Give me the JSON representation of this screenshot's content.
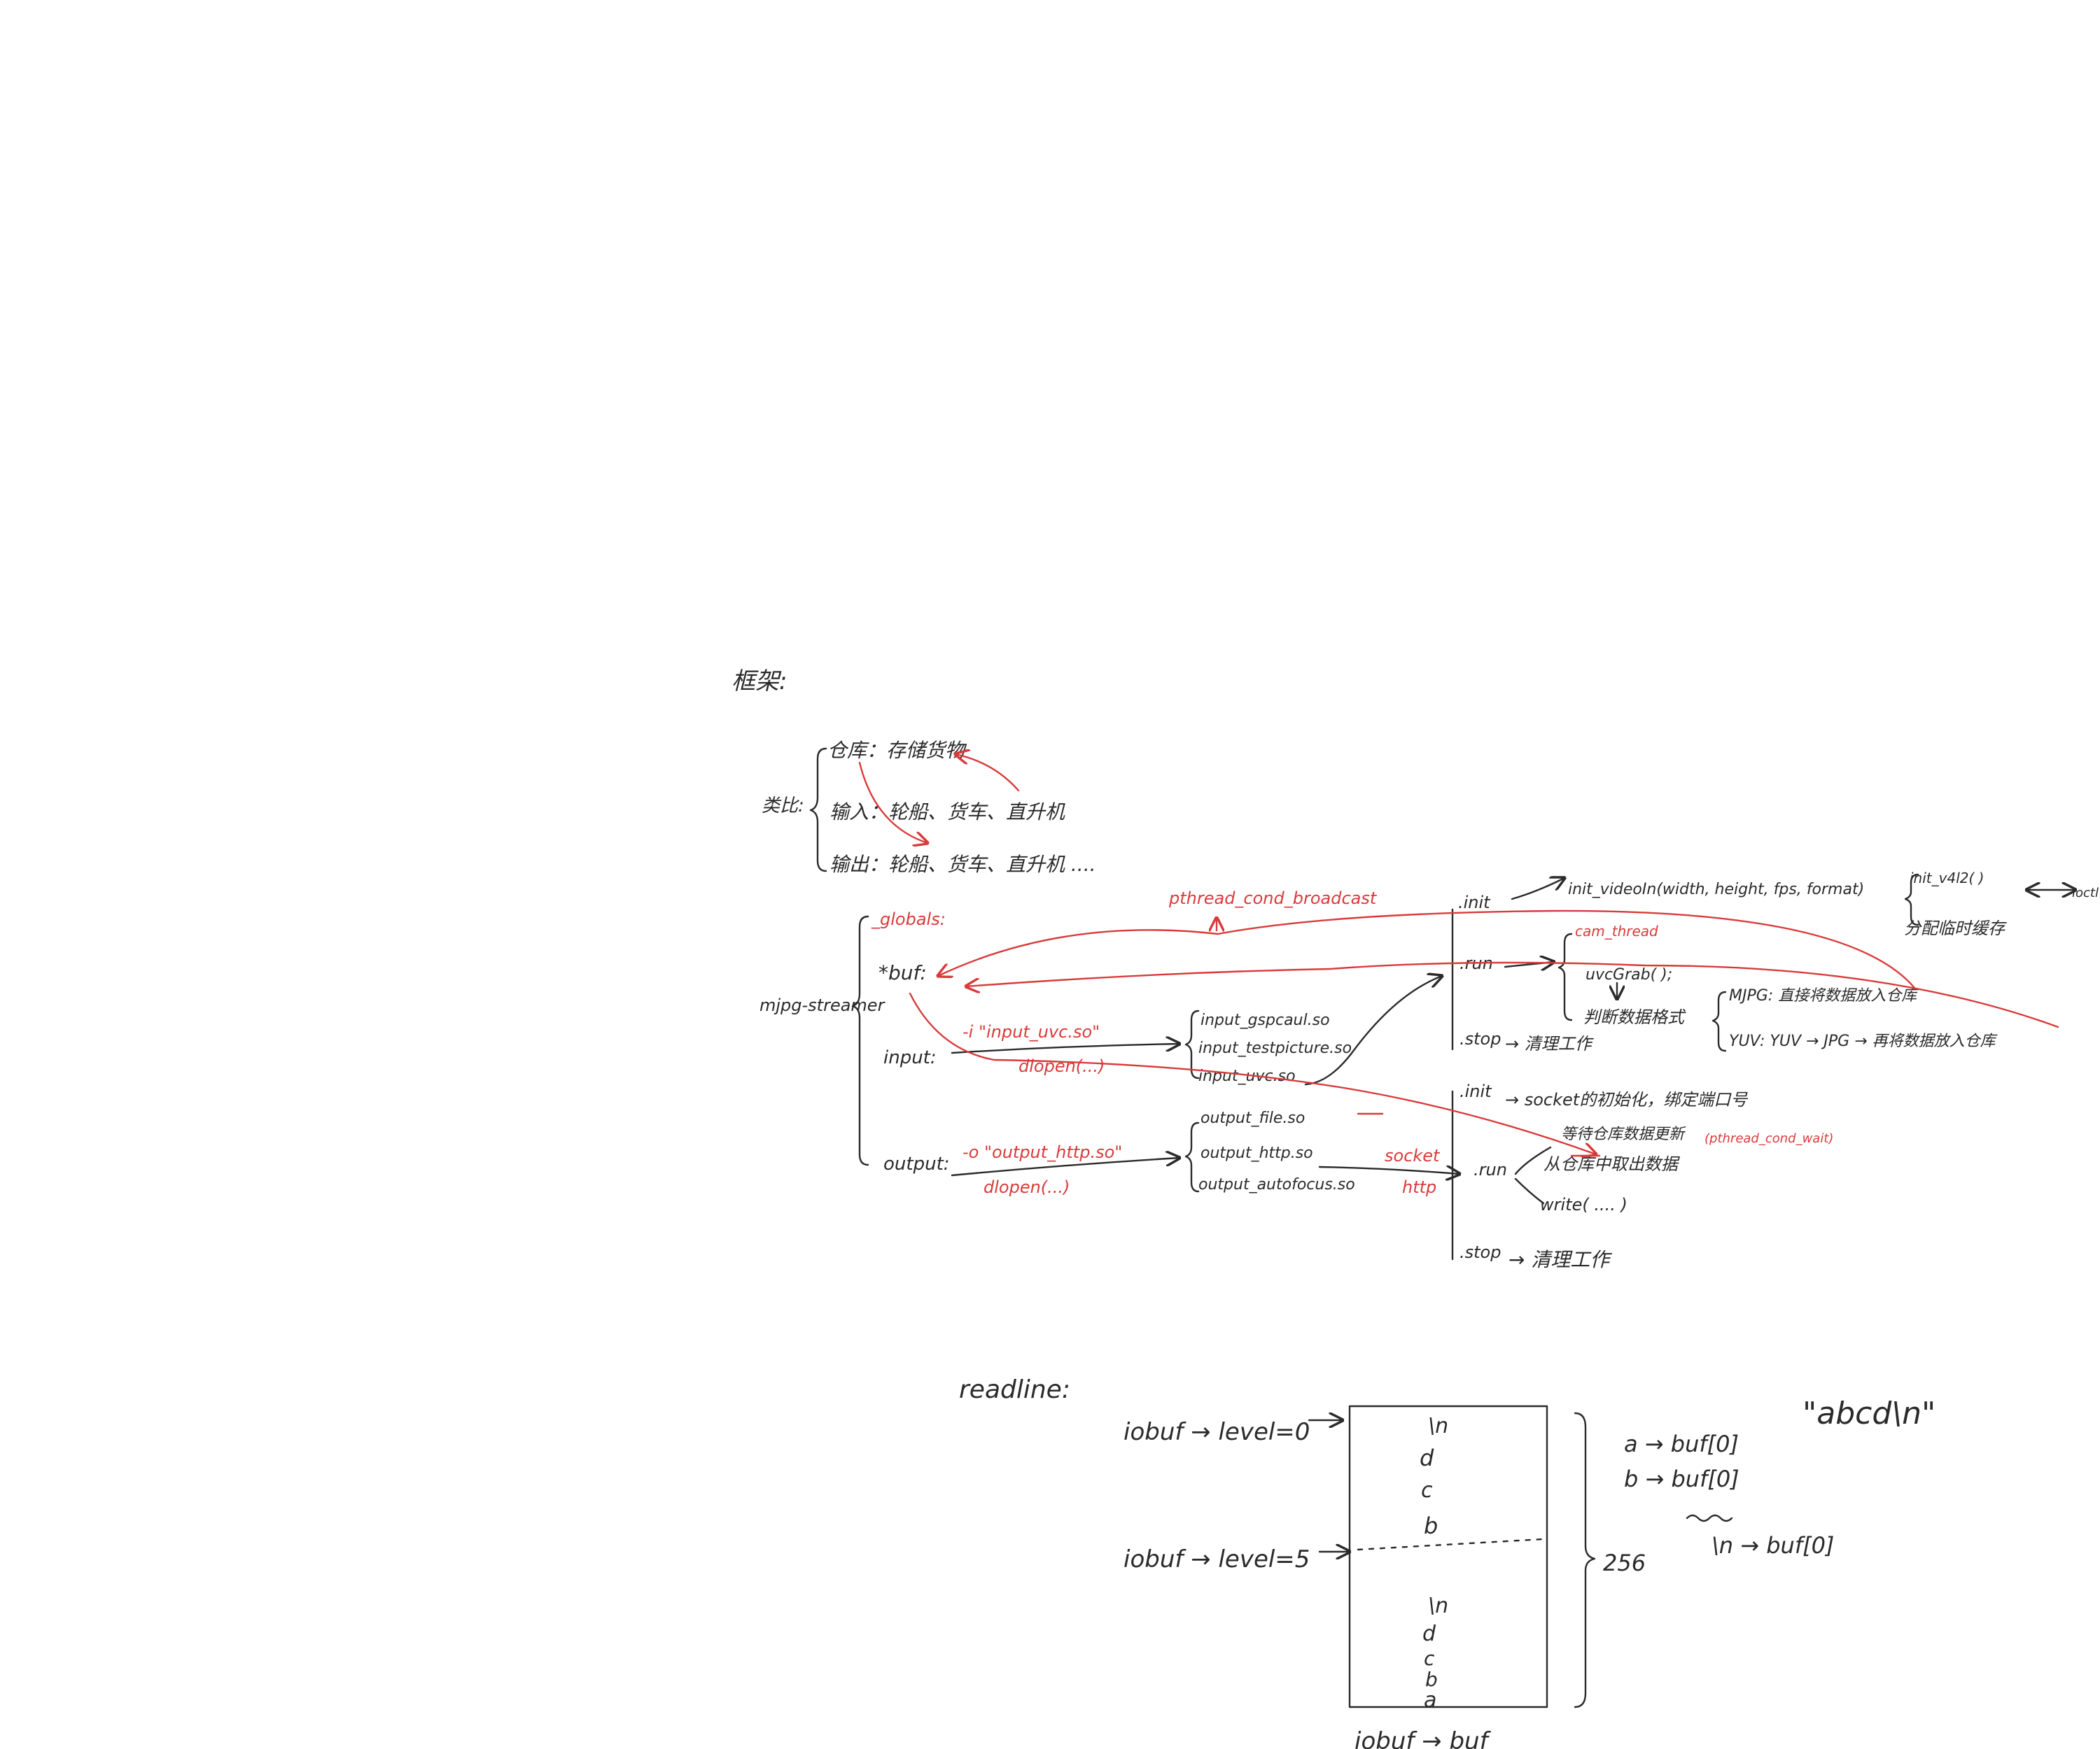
{
  "framework": {
    "title": "框架:",
    "analogy": {
      "label": "类比:",
      "warehouse": "仓库：存储货物",
      "input": "输入：轮船、货车、直升机",
      "output": "输出：轮船、货车、直升机 ...."
    }
  },
  "streamer": {
    "label": "mjpg-streamer",
    "globals": "_globals:",
    "buf": "*buf:",
    "input": "input:",
    "output": "output:",
    "input_option": "-i \"input_uvc.so\"",
    "input_dlopen": "dlopen(...)",
    "output_option": "-o \"output_http.so\"",
    "output_dlopen": "dlopen(...)",
    "broadcast": "pthread_cond_broadcast",
    "input_plugins": [
      "input_gspcaul.so",
      "input_testpicture.so",
      "input_uvc.so"
    ],
    "output_plugins": [
      "output_file.so",
      "output_http.so",
      "output_autofocus.so"
    ],
    "socket_label": "socket",
    "http_label": "http"
  },
  "input_uvc": {
    "init": ".init",
    "init_call": "init_videoIn(width, height, fps, format)",
    "init_v4l2": "init_v4l2( )",
    "ioctl": "ioctl",
    "alloc_buf": "分配临时缓存",
    "run": ".run",
    "cam_thread": "cam_thread",
    "uvcgrab": "uvcGrab( );",
    "judge_format": "判断数据格式",
    "mjpg": "MJPG: 直接将数据放入仓库",
    "yuv": "YUV:  YUV → JPG → 再将数据放入仓库",
    "stop": ".stop",
    "cleanup": "→ 清理工作"
  },
  "output_http": {
    "init": ".init",
    "init_desc": "→ socket的初始化，绑定端口号",
    "wait_update": "等待仓库数据更新",
    "cond_wait": "(pthread_cond_wait)",
    "run": ".run",
    "take_data": "从仓库中取出数据",
    "write": "write( .... )",
    "stop": ".stop",
    "cleanup": "→ 清理工作"
  },
  "readline": {
    "title": "readline:",
    "iobuf_level0": "iobuf → level=0",
    "iobuf_level5": "iobuf → level=5",
    "iobuf_buf": "iobuf → buf",
    "top_chars": [
      "\\n",
      "d",
      "c",
      "b"
    ],
    "bottom_chars": [
      "\\n",
      "d",
      "c",
      "b",
      "a"
    ],
    "size": "256",
    "string": "\"abcd\\n\"",
    "map": [
      "a → buf[0]",
      "b → buf[0]",
      "\\n → buf[0]"
    ]
  }
}
